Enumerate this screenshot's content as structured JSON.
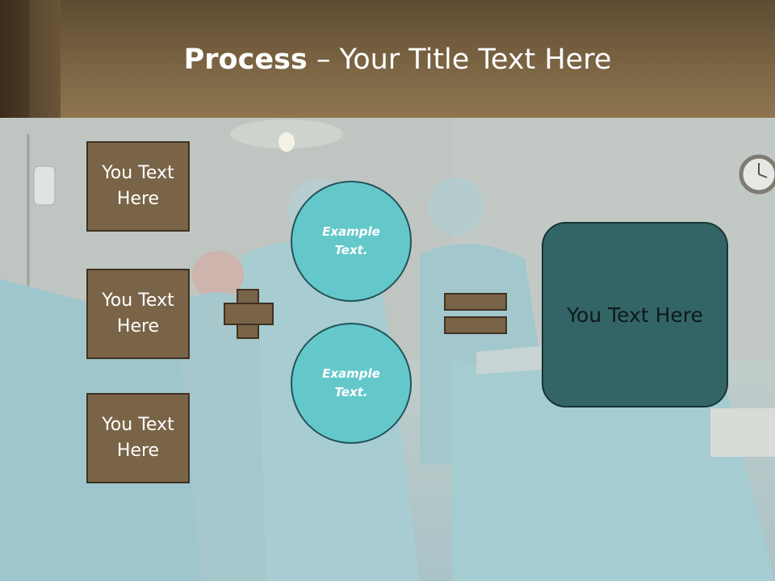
{
  "header": {
    "title_bold": "Process",
    "title_rest": " – Your Title Text Here"
  },
  "left_boxes": [
    {
      "label": "You Text Here"
    },
    {
      "label": "You Text Here"
    },
    {
      "label": "You Text Here"
    }
  ],
  "circles": [
    {
      "label": "Example Text."
    },
    {
      "label": "Example Text."
    }
  ],
  "result": {
    "label": "You Text Here"
  },
  "operators": {
    "plus": "plus-icon",
    "equals": "equals-icon"
  },
  "colors": {
    "header": "#7a6443",
    "box_fill": "#7a6448",
    "circle_fill": "#64c8cb",
    "result_fill": "#336566"
  }
}
